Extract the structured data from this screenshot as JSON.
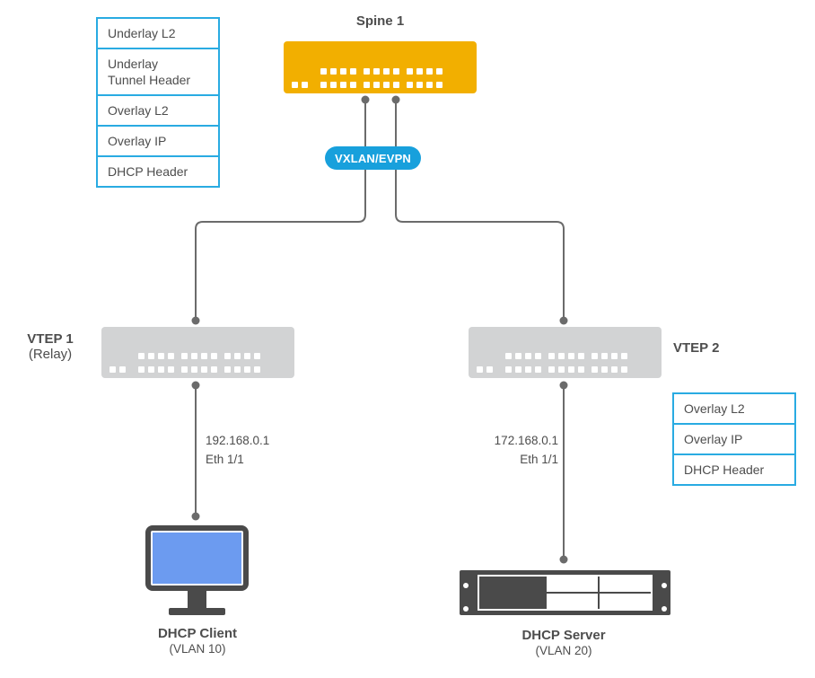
{
  "colors": {
    "amber": "#F2AF00",
    "switchGray": "#D2D3D4",
    "lineGray": "#6B6B6B",
    "badgeBlue": "#18A0DC",
    "boxBorderBlue": "#29ABE2",
    "screenBlue": "#6C9BF0",
    "iconDark": "#4A4A4A",
    "textDark": "#4D4D4D"
  },
  "icons": {
    "spine": "switch-device",
    "vtep1": "switch-device",
    "vtep2": "switch-device",
    "client": "desktop-monitor",
    "server": "rack-server"
  },
  "spine": {
    "label": "Spine 1"
  },
  "vxlan_badge": {
    "label": "VXLAN/EVPN"
  },
  "left_stack": {
    "items": [
      "Underlay L2",
      "Underlay\nTunnel Header",
      "Overlay L2",
      "Overlay IP",
      "DHCP Header"
    ]
  },
  "right_stack": {
    "items": [
      "Overlay L2",
      "Overlay IP",
      "DHCP Header"
    ]
  },
  "vtep1": {
    "name": "VTEP 1",
    "role": "(Relay)",
    "link": {
      "ip": "192.168.0.1",
      "port": "Eth 1/1"
    }
  },
  "vtep2": {
    "name": "VTEP 2",
    "link": {
      "ip": "172.168.0.1",
      "port": "Eth 1/1"
    }
  },
  "dhcp_client": {
    "name": "DHCP Client",
    "vlan": "(VLAN 10)"
  },
  "dhcp_server": {
    "name": "DHCP Server",
    "vlan": "(VLAN 20)"
  }
}
